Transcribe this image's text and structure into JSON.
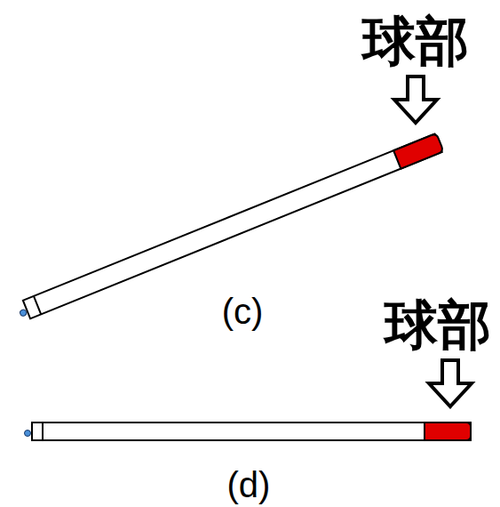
{
  "diagram": {
    "labels": [
      "球部",
      "(c)",
      "球部",
      "(d)"
    ]
  }
}
